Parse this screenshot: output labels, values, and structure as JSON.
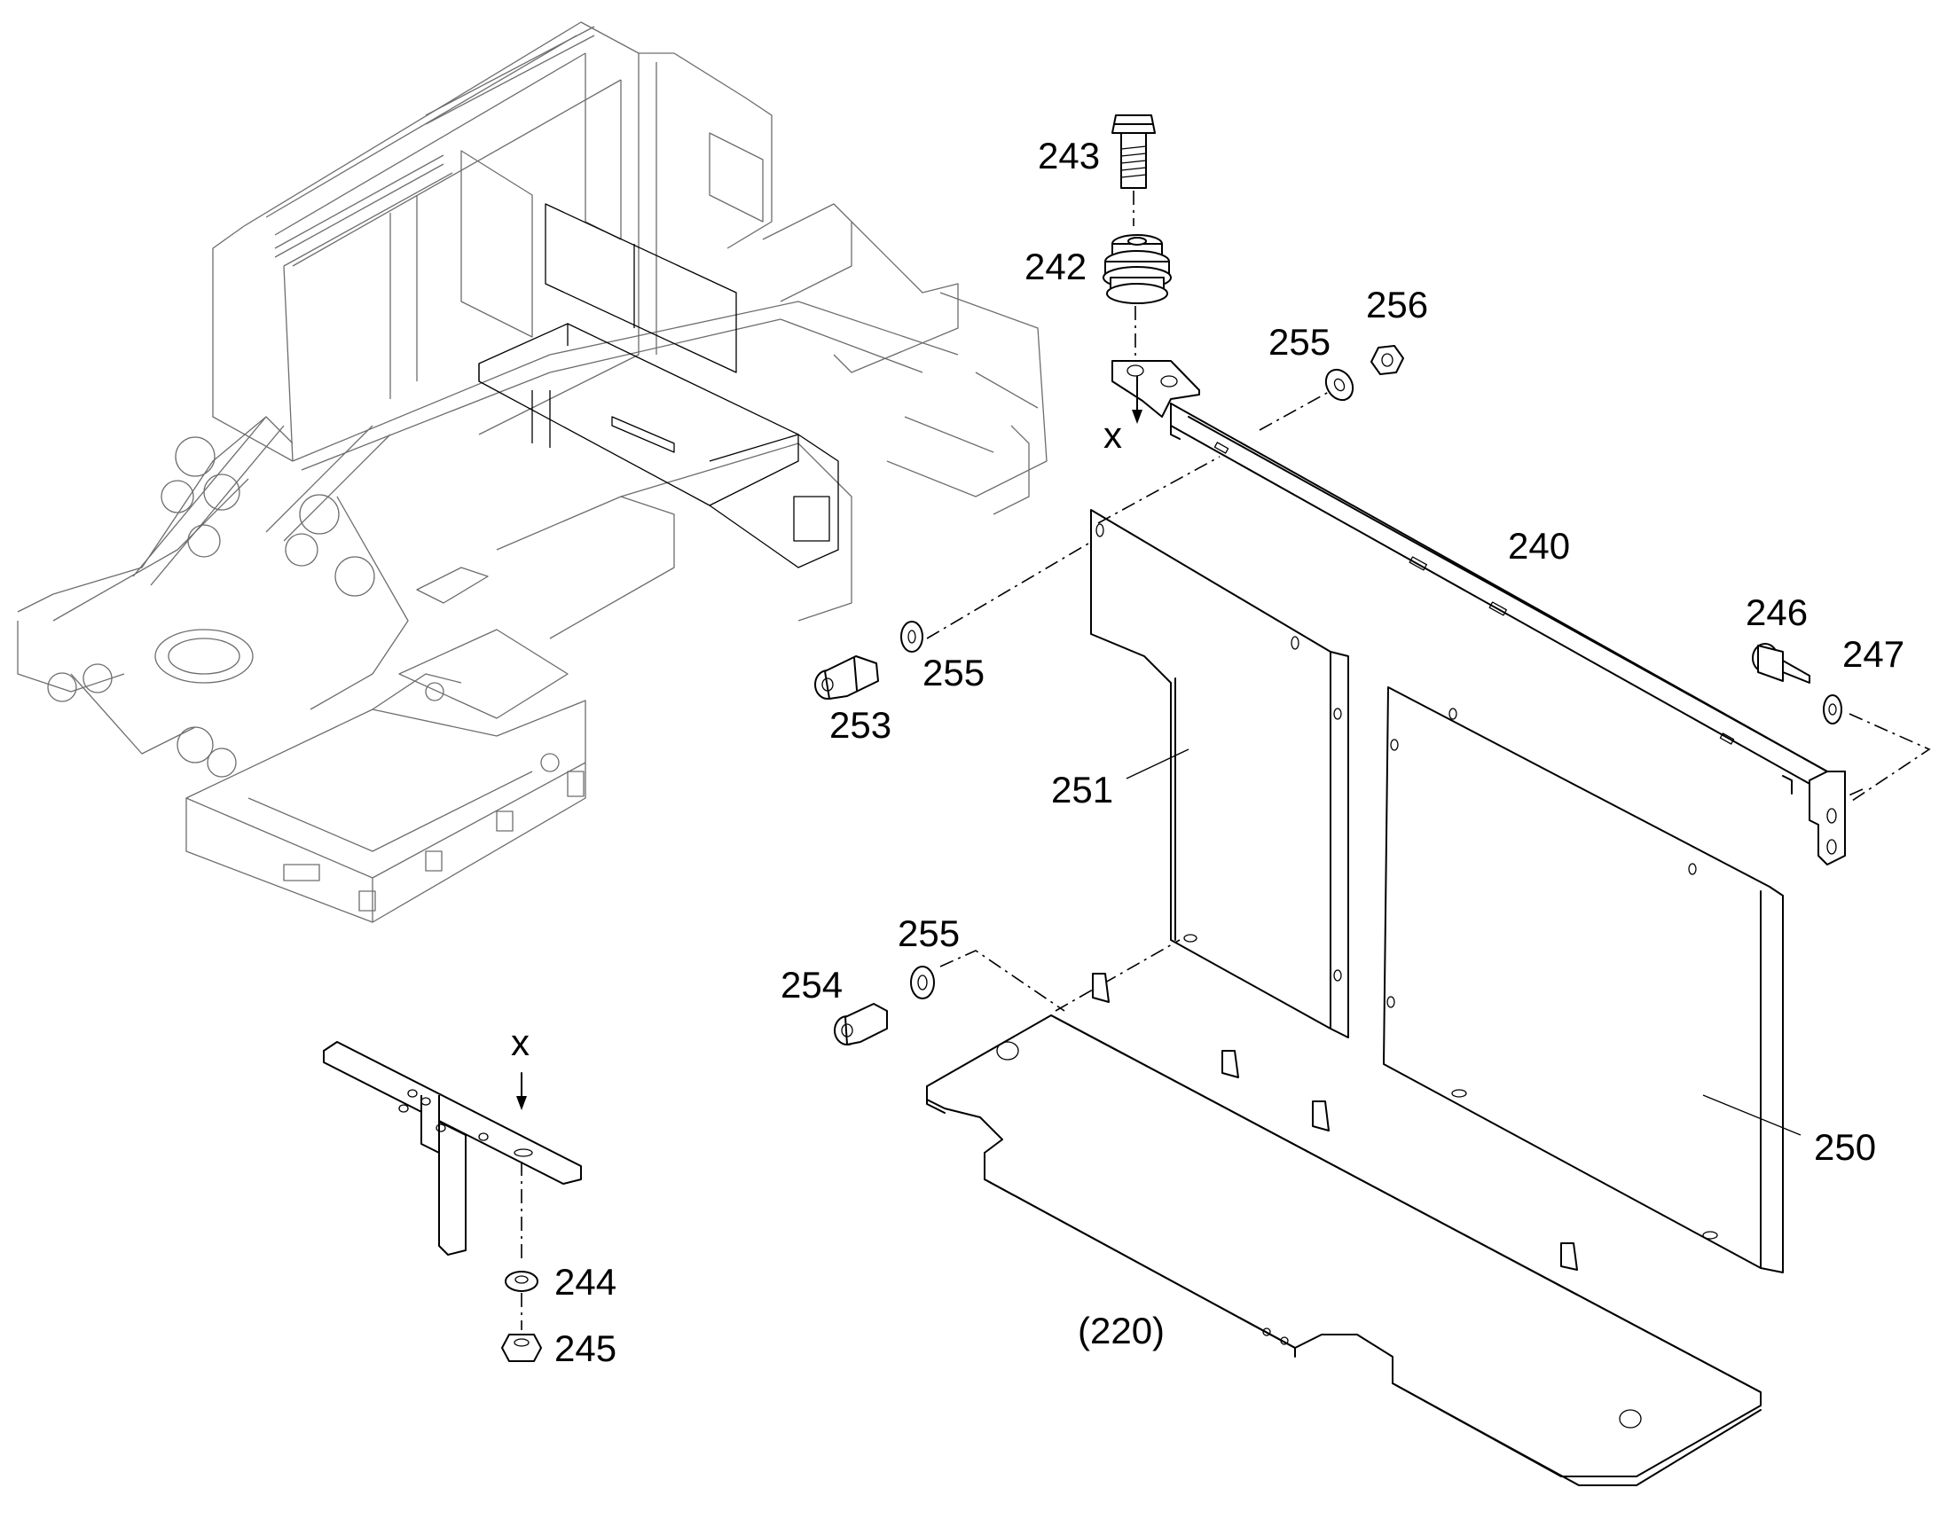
{
  "callouts": {
    "p240": "240",
    "p242": "242",
    "p243": "243",
    "p244": "244",
    "p245": "245",
    "p246": "246",
    "p247": "247",
    "p250": "250",
    "p251": "251",
    "p253": "253",
    "p254": "254",
    "p255a": "255",
    "p255b": "255",
    "p255c": "255",
    "p256": "256",
    "ref220": "(220)"
  },
  "direction_marks": {
    "top": "x",
    "bottom": "x"
  },
  "icons": {
    "machine_frame": "upper-carriage-frame-icon",
    "bolt": "hex-bolt-icon",
    "rubber_mount": "rubber-mount-icon",
    "washer": "washer-icon",
    "nut": "hex-nut-icon",
    "screw": "socket-head-screw-icon"
  }
}
